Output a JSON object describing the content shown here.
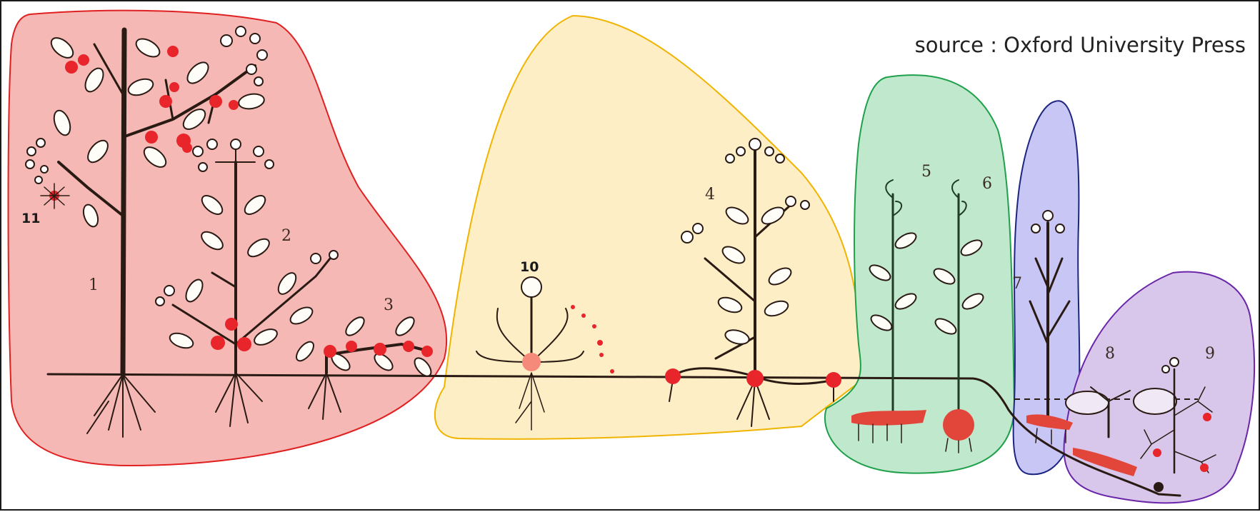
{
  "source_text": "source : Oxford University Press",
  "plant_labels": [
    "1",
    "2",
    "3",
    "4",
    "5",
    "6",
    "7",
    "8",
    "9",
    "10",
    "11"
  ],
  "groups": [
    {
      "id": "group-red",
      "fill": "#f6b8b4",
      "stroke": "#e02020"
    },
    {
      "id": "group-yellow",
      "fill": "#fdeec5",
      "stroke": "#f0b400"
    },
    {
      "id": "group-green",
      "fill": "#bfe8cc",
      "stroke": "#1fa04a"
    },
    {
      "id": "group-blue",
      "fill": "#c7c6f4",
      "stroke": "#1c2580"
    },
    {
      "id": "group-purple",
      "fill": "#d8c7ea",
      "stroke": "#6a25a8"
    }
  ],
  "colors": {
    "bud_red": "#e8252a",
    "ink": "#2a1a14"
  }
}
